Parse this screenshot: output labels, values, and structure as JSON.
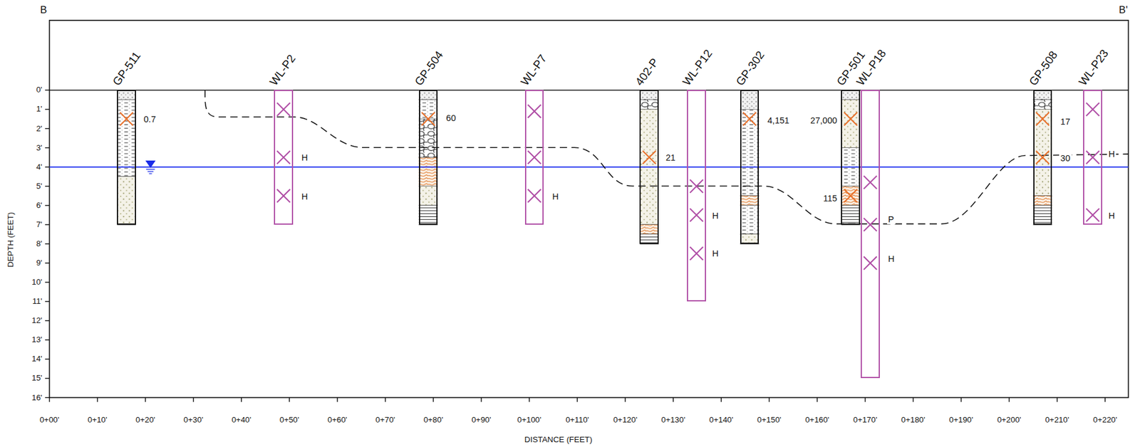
{
  "diagram": {
    "nodes": [
      {
        "text": [
          "GP-511"
        ]
      },
      {
        "text": [
          "WL-P2"
        ]
      },
      {
        "text": [
          "GP-504"
        ]
      },
      {
        "text": [
          "WL-P7"
        ]
      },
      {
        "text": [
          "402-P"
        ]
      },
      {
        "text": [
          "WL-P12"
        ]
      },
      {
        "text": [
          "GP-302"
        ]
      },
      {
        "text": [
          "GP-501"
        ]
      },
      {
        "text": [
          "WL-P18"
        ]
      },
      {
        "text": [
          "GP-508"
        ]
      },
      {
        "text": [
          "WL-P23"
        ]
      }
    ],
    "labels": [
      "B",
      "B'",
      "0'",
      "1'",
      "2'",
      "3'",
      "4'",
      "5'",
      "6'",
      "7'",
      "8'",
      "9'",
      "10'",
      "11'",
      "12'",
      "13'",
      "14'",
      "15'",
      "16'",
      "0+00'",
      "0+10'",
      "0+20'",
      "0+30'",
      "0+40'",
      "0+50'",
      "0+60'",
      "0+70'",
      "0+80'",
      "0+90'",
      "0+100'",
      "0+110'",
      "0+120'",
      "0+130'",
      "0+140'",
      "0+150'",
      "0+160'",
      "0+170'",
      "0+180'",
      "0+190'",
      "0+200'",
      "0+210'",
      "0+220'",
      "DEPTH (FEET)",
      "DISTANCE (FEET)",
      "0.7",
      "H",
      "H",
      "60",
      "H",
      "21",
      "H",
      "H",
      "4,151",
      "27,000",
      "115",
      "P",
      "H",
      "17",
      "30",
      "H",
      "H"
    ]
  }
}
